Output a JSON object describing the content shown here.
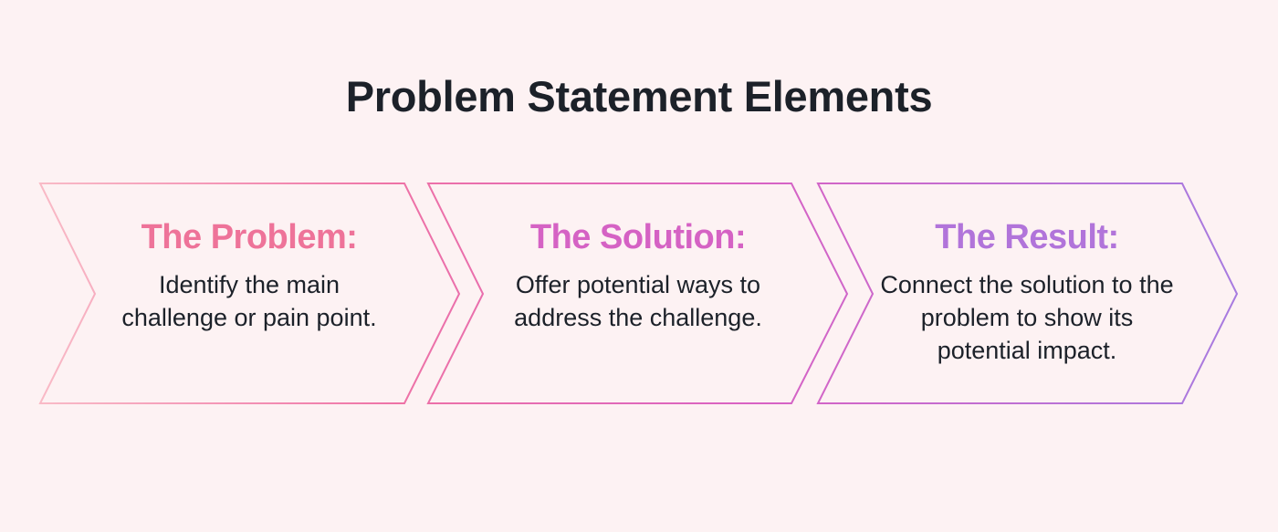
{
  "title": "Problem Statement Elements",
  "steps": [
    {
      "heading": "The Problem:",
      "body": "Identify the main challenge or pain point.",
      "color": "#ee7399"
    },
    {
      "heading": "The Solution:",
      "body": "Offer potential ways to address the challenge.",
      "color": "#d562c4"
    },
    {
      "heading": "The Result:",
      "body": "Connect the solution to the problem to show its potential impact.",
      "color": "#b174da"
    }
  ],
  "colors": {
    "background": "#fdf2f3",
    "gradient_start": "#f9b8c4",
    "gradient_mid": "#d862c4",
    "gradient_end": "#a97ae0",
    "text": "#1c2129"
  }
}
